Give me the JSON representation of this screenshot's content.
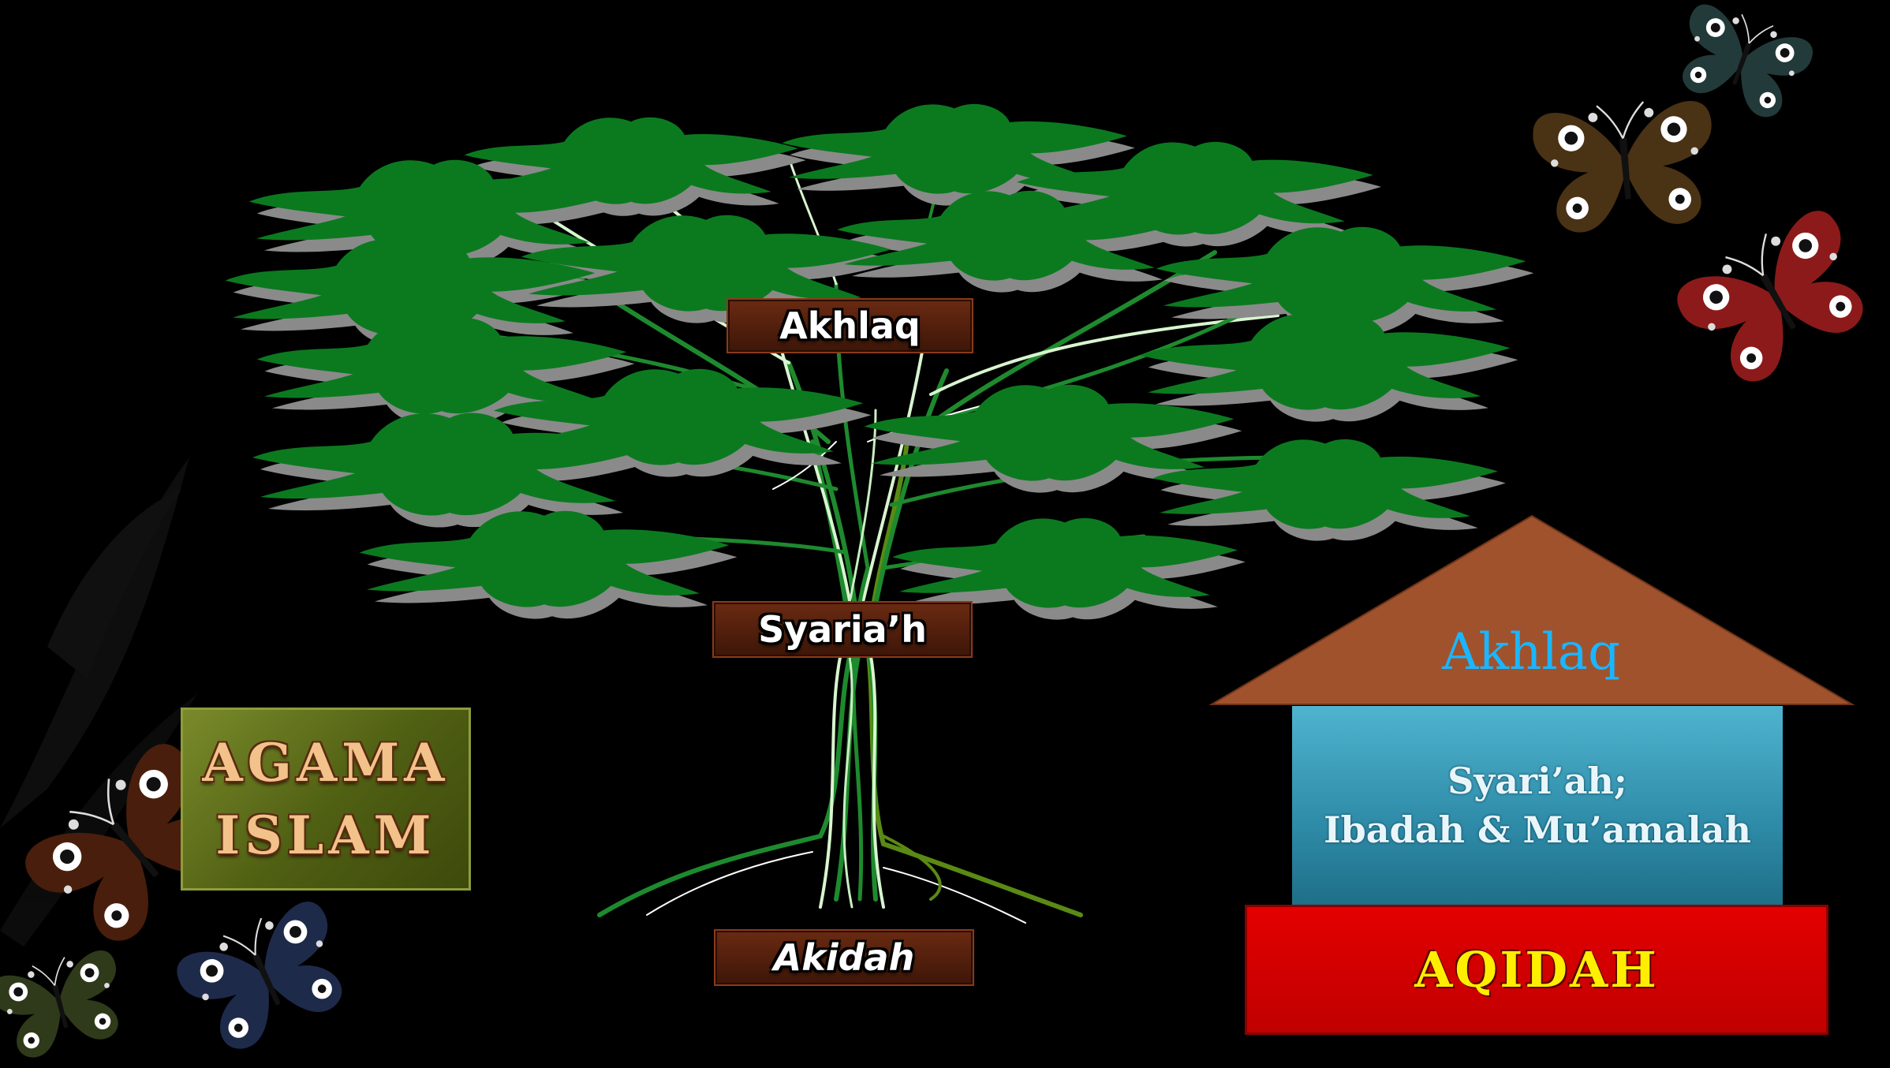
{
  "tree": {
    "labels": {
      "top": "Akhlaq",
      "middle": "Syaria’h",
      "bottom": "Akidah"
    },
    "colors": {
      "leaf": "#0b7a1f",
      "leaf_shadow": "#8a8a8a",
      "branch": "#1e8a2e",
      "branch_light": "#d8f5cf",
      "label_box": "#5a2010"
    }
  },
  "agama_islam": {
    "line1": "AGAMA",
    "line2": "ISLAM",
    "color": "#5a6a1a"
  },
  "house": {
    "roof_label": "Akhlaq",
    "body_line1": "Syari’ah;",
    "body_line2": "Ibadah & Mu’amalah",
    "foundation_label": "AQIDAH",
    "colors": {
      "roof": "#a0522d",
      "body": "#3aa3c2",
      "foundation": "#d40000",
      "foundation_text": "#ffee00",
      "roof_text": "#1ab6ff"
    }
  },
  "decorations": {
    "butterflies": [
      {
        "name": "butterfly-dark-teal",
        "color": "#233a3a"
      },
      {
        "name": "butterfly-brown-top",
        "color": "#4a3214"
      },
      {
        "name": "butterfly-red",
        "color": "#8c1a1a"
      },
      {
        "name": "butterfly-brown-left",
        "color": "#4a1e0c"
      },
      {
        "name": "butterfly-blue",
        "color": "#1e2a4a"
      },
      {
        "name": "butterfly-green",
        "color": "#2e3a1a"
      }
    ]
  }
}
